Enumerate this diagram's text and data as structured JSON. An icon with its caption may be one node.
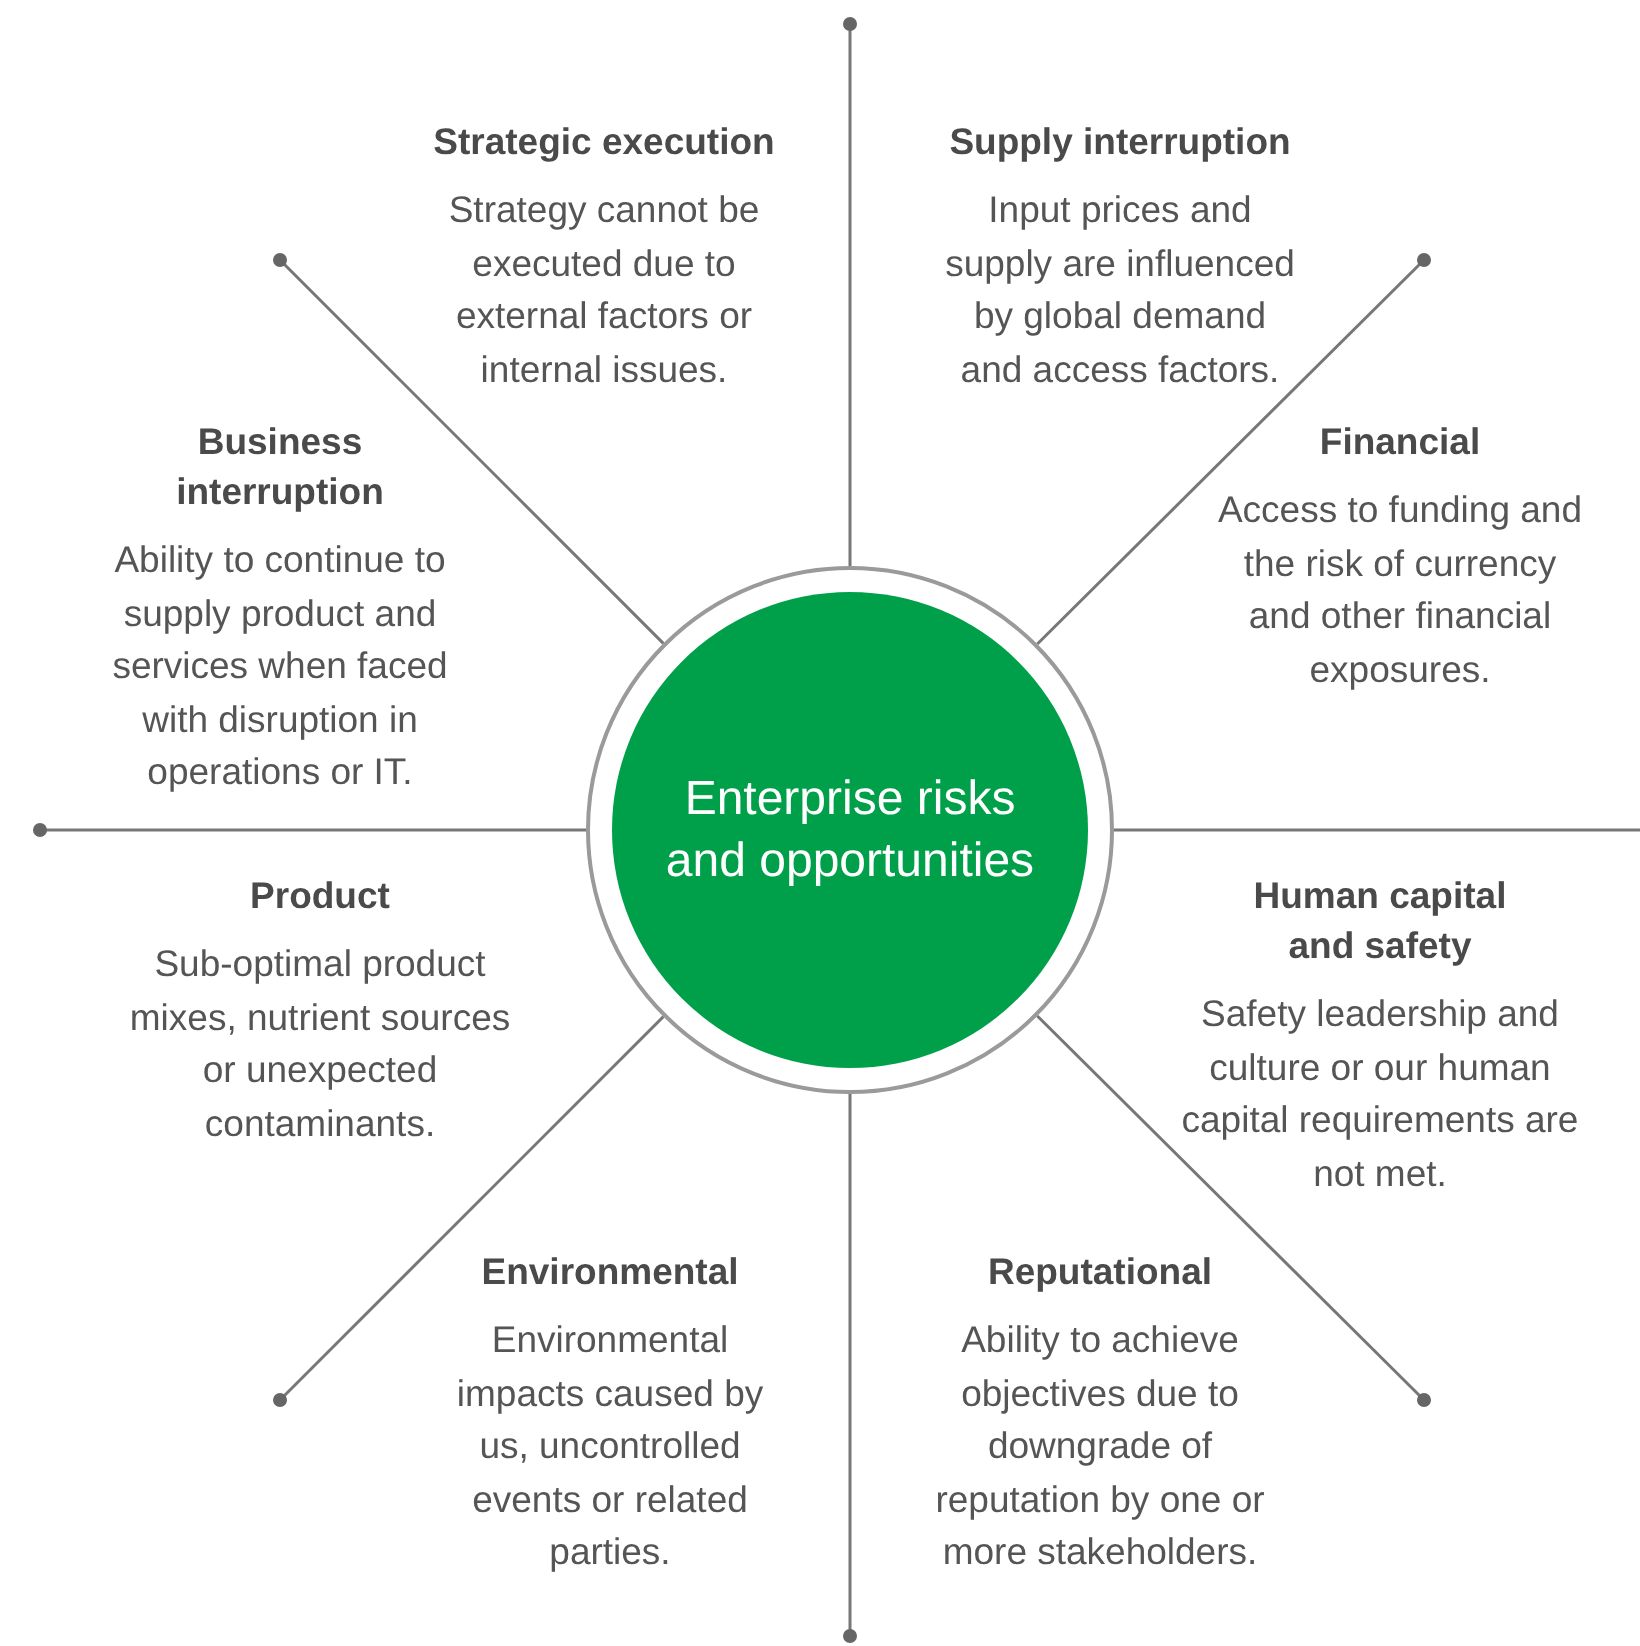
{
  "diagram": {
    "nodes": [
      {
        "text": [
          "Enterprise risks and opportunities"
        ]
      }
    ],
    "labels": [
      "Strategic execution",
      "Strategy cannot be executed due to external factors or internal issues.",
      "Supply interruption",
      "Input prices and supply are influenced by global demand and access factors.",
      "Business interruption",
      "Ability to continue to supply product and services when faced with disruption in operations or IT.",
      "Financial",
      "Access to funding and the risk of currency and other financial exposures.",
      "Product",
      "Sub-optimal product mixes, nutrient sources or unexpected contaminants.",
      "Human capital and safety",
      "Safety leadership and culture or our human capital requirements are not met.",
      "Environmental",
      "Environmental impacts caused by us, uncontrolled events or related parties.",
      "Reputational",
      "Ability to achieve objectives due to downgrade of reputation by one or more stakeholders."
    ]
  }
}
